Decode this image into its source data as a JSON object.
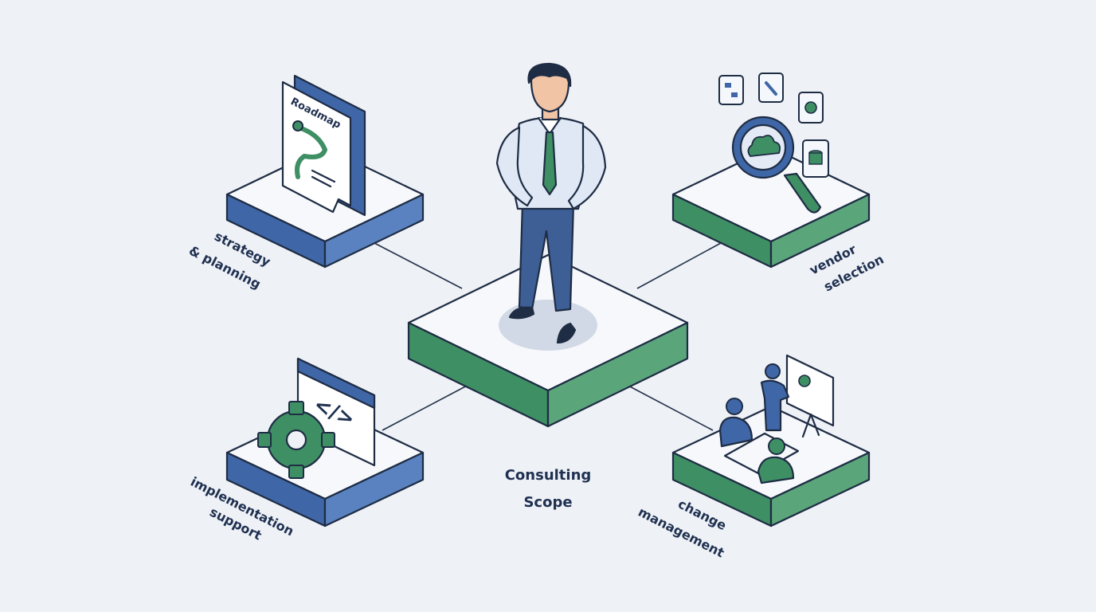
{
  "center": {
    "title_line1": "Consulting",
    "title_line2": "Scope"
  },
  "nodes": {
    "strategy": {
      "line1": "strategy",
      "line2": "& planning",
      "doc_title": "Roadmap"
    },
    "vendor": {
      "line1": "vendor",
      "line2": "selection"
    },
    "implementation": {
      "line1": "implementation",
      "line2": "support"
    },
    "change": {
      "line1": "change",
      "line2": "management"
    }
  },
  "colors": {
    "background": "#eef1f6",
    "blue": "#3f66a6",
    "green": "#3f8f64",
    "outline": "#1e2c44",
    "label": "#1f3050"
  },
  "icons": {
    "strategy": "roadmap-document-icon",
    "vendor": "magnifier-cloud-icon",
    "implementation": "gear-code-window-icon",
    "change": "team-presentation-icon",
    "center": "consultant-person-icon"
  }
}
